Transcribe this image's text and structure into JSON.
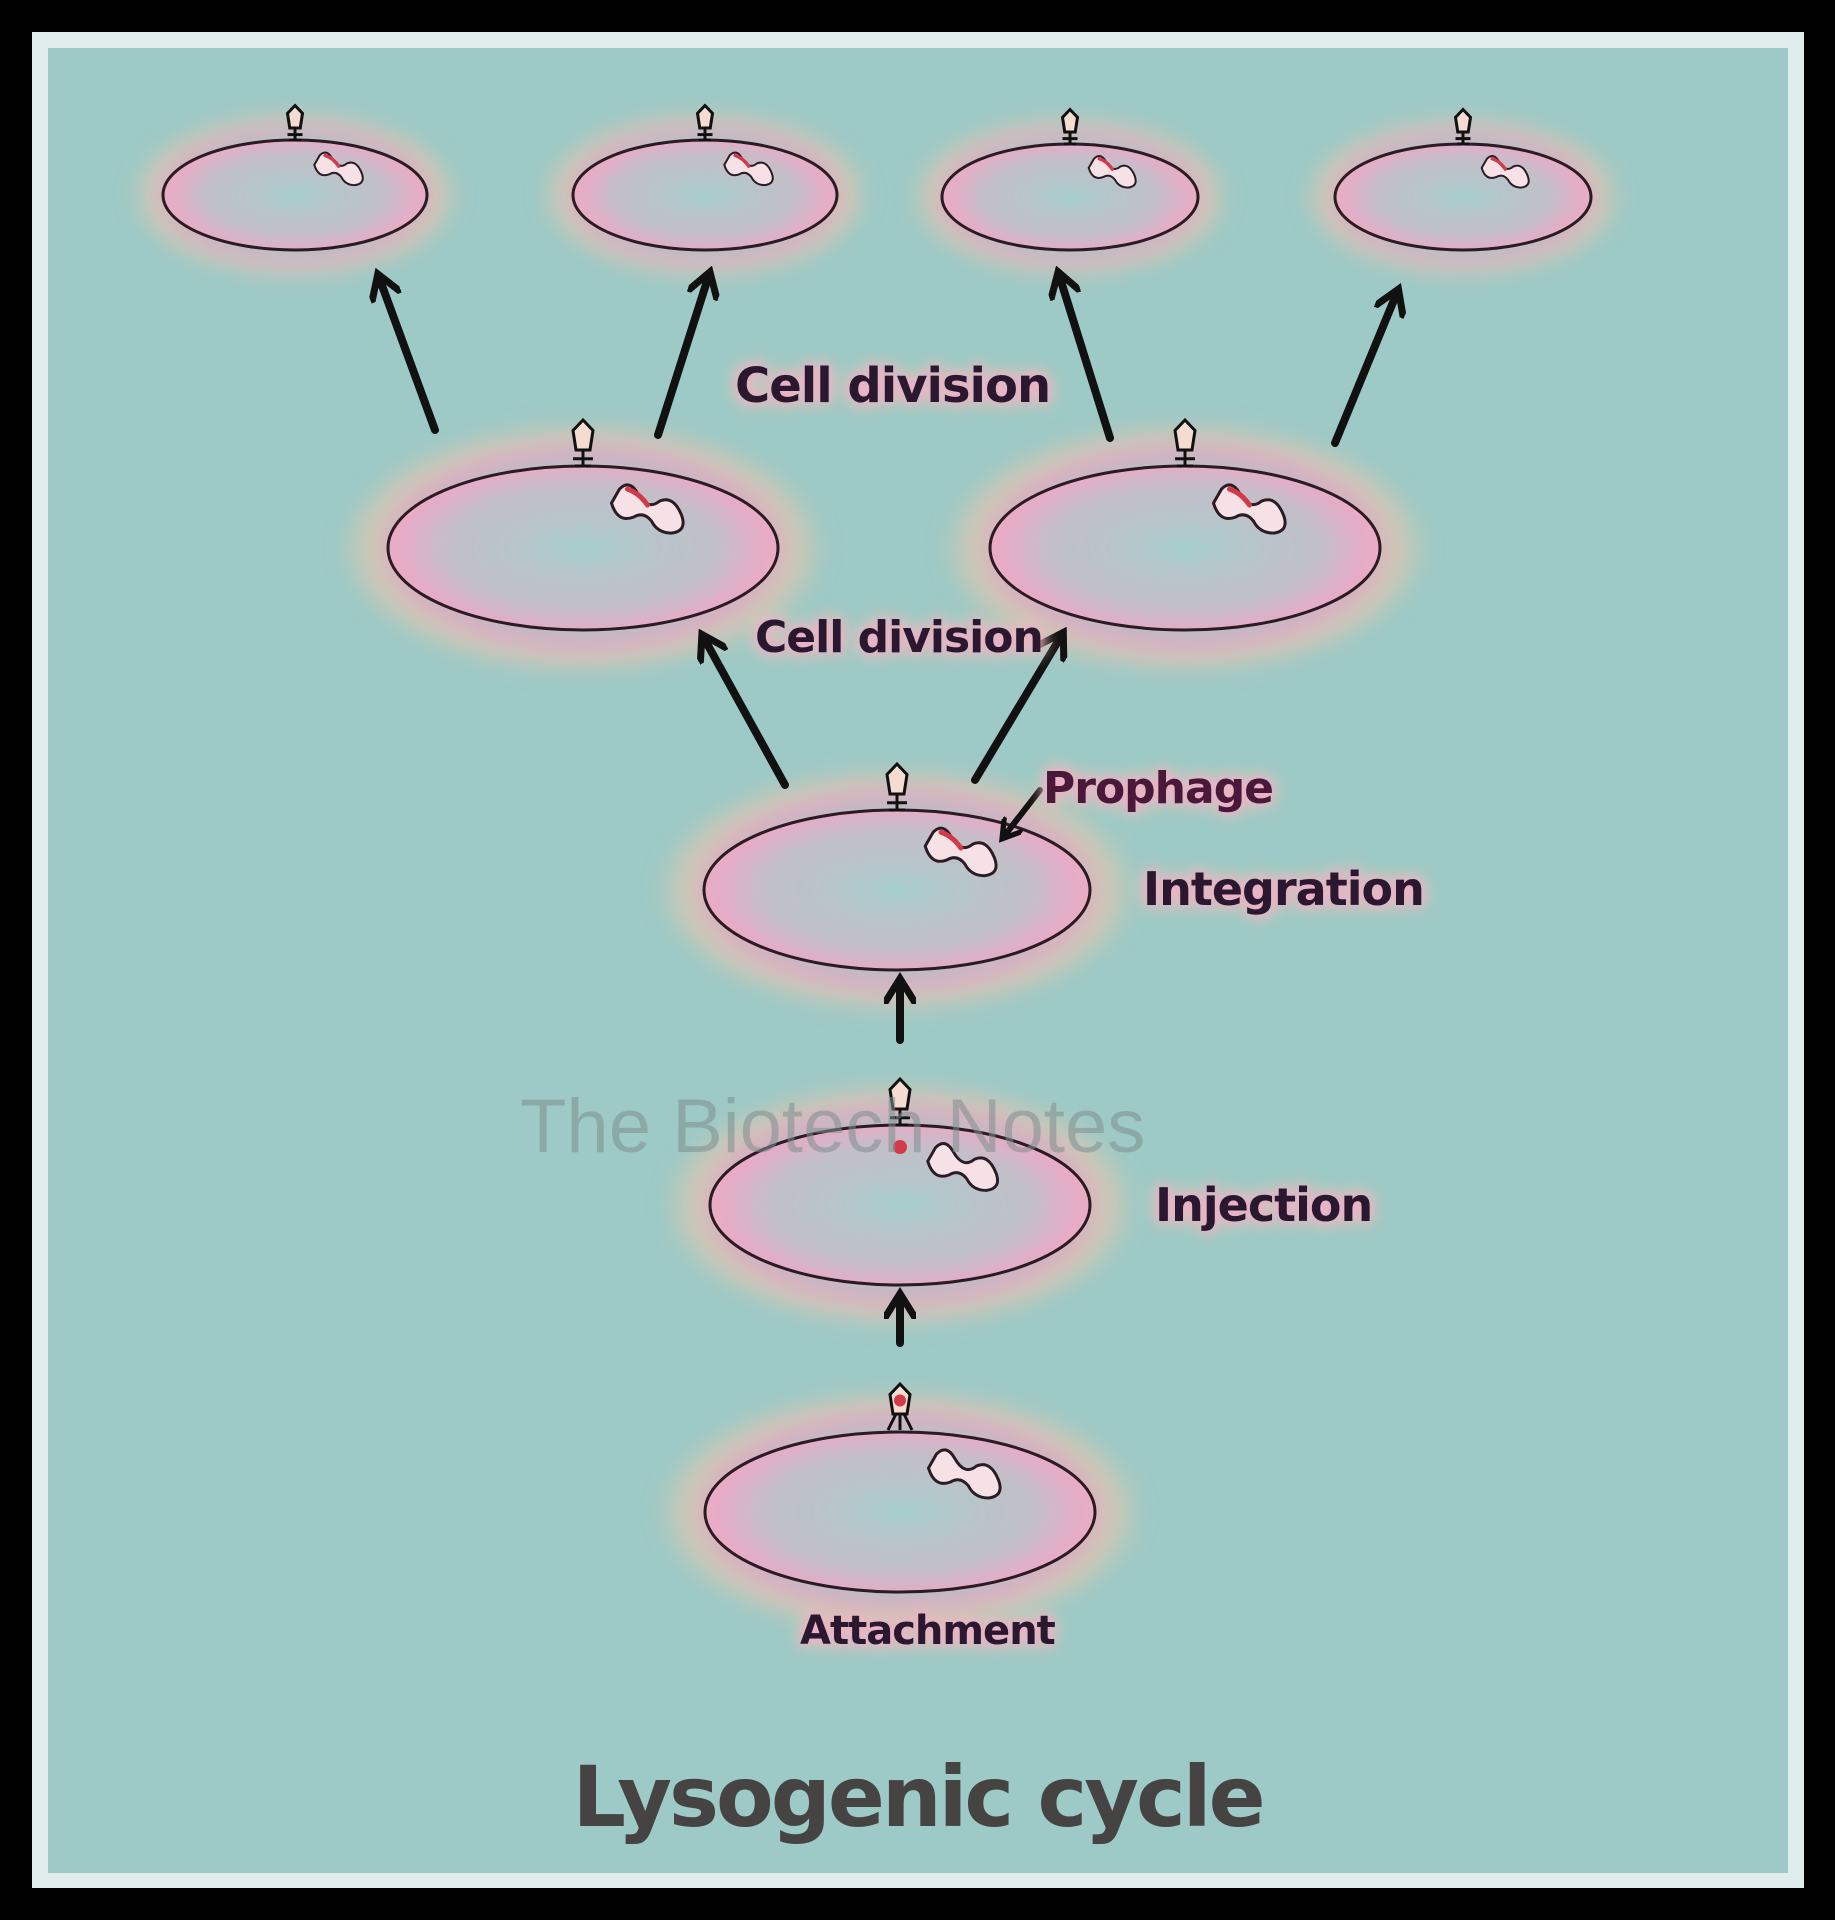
{
  "title": "Lysogenic cycle",
  "watermark": "The Biotech Notes",
  "labels": {
    "cell_division_top": "Cell division",
    "cell_division_middle": "Cell division",
    "prophage": "Prophage",
    "integration": "Integration",
    "injection": "Injection",
    "attachment": "Attachment"
  },
  "stages": [
    {
      "id": "attachment",
      "label": "Attachment",
      "cells": 1
    },
    {
      "id": "injection",
      "label": "Injection",
      "cells": 1
    },
    {
      "id": "integration",
      "label": "Integration",
      "cells": 1,
      "note": "Prophage"
    },
    {
      "id": "first-division",
      "label": "Cell division",
      "cells": 2
    },
    {
      "id": "second-division",
      "label": "Cell division",
      "cells": 4
    }
  ],
  "colors": {
    "background": "#9dc9c6",
    "frame": "#e1ecec",
    "outline": "#2b1b22",
    "prophage_dna": "#d23a4a",
    "title_text": "#464343"
  }
}
